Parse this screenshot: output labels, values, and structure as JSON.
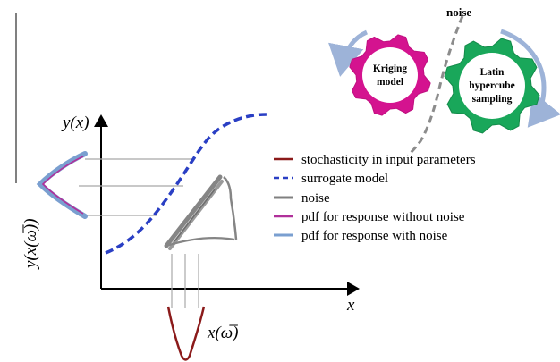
{
  "axes": {
    "y_label": "y(x)",
    "x_label": "x",
    "x_omega_label": "x(ω̅)",
    "y_omega_label": "y(x(ω̅))"
  },
  "gears": {
    "kriging": {
      "line1": "Kriging",
      "line2": "model",
      "color": "#d4138f"
    },
    "latin": {
      "line1": "Latin",
      "line2": "hypercube",
      "line3": "sampling",
      "color": "#19a75a"
    },
    "noise_label": "noise"
  },
  "legend": {
    "items": [
      {
        "label": "stochasticity in input parameters",
        "color": "#8b1a1a",
        "style": "solid"
      },
      {
        "label": "surrogate model",
        "color": "#2a3fc4",
        "style": "dashed"
      },
      {
        "label": "noise",
        "color": "#808080",
        "style": "solid"
      },
      {
        "label": "pdf for response without noise",
        "color": "#b0309a",
        "style": "solid"
      },
      {
        "label": "pdf for response with noise",
        "color": "#7a9fd0",
        "style": "solid"
      }
    ]
  }
}
